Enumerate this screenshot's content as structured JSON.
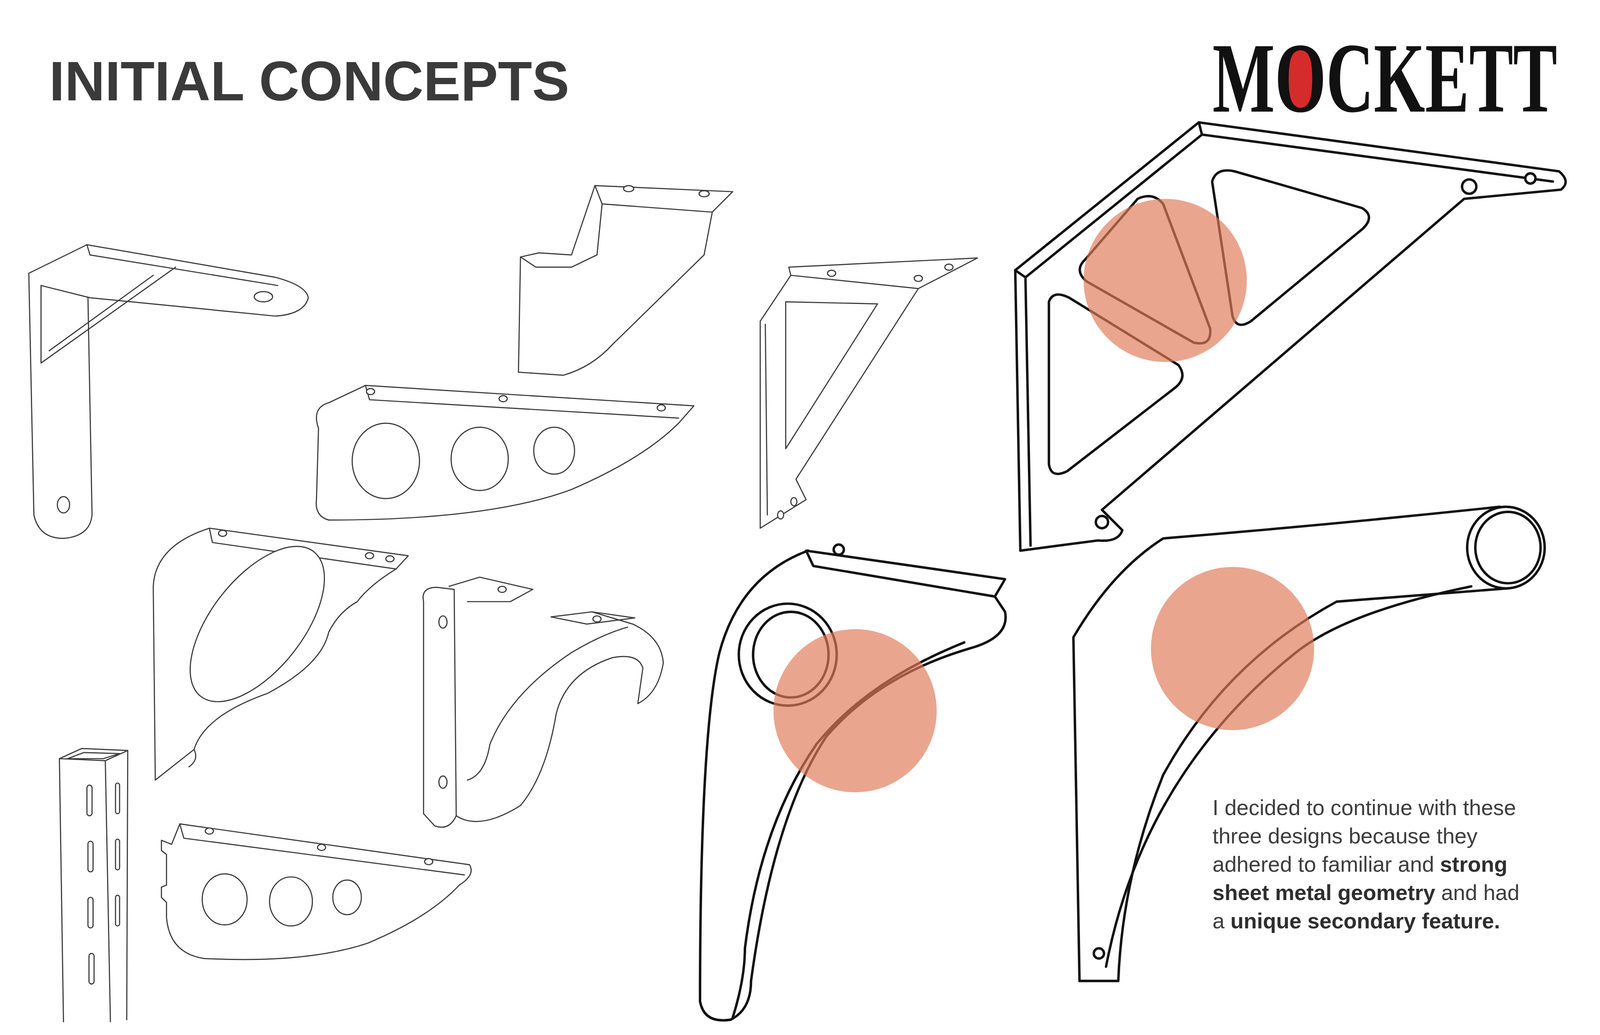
{
  "diagram": {
    "title": "INITIAL CONCEPTS",
    "labels": [
      "MOCKETT",
      "I decided to continue with these three designs because they adhered to familiar and",
      "strong sheet metal geometry",
      "and had a",
      "unique secondary feature."
    ]
  }
}
